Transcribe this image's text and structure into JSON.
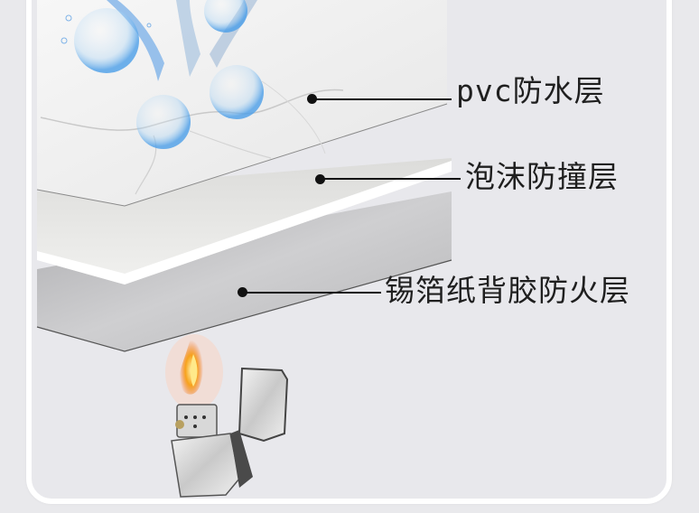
{
  "diagram": {
    "title": "",
    "layers": [
      {
        "id": "pvc",
        "label": "pvc防水层",
        "material": "marble-texture PVC surface",
        "color": "#f2f2f2"
      },
      {
        "id": "foam",
        "label": "泡沫防撞层",
        "material": "white foam core",
        "color": "#ececea"
      },
      {
        "id": "foil",
        "label": "锡箔纸背胶防火层",
        "material": "aluminum foil adhesive backing",
        "color": "#bdbdbf"
      }
    ],
    "decorations": {
      "top": [
        "water-droplet-icon",
        "water-splash-icon"
      ],
      "bottom": [
        "lighter-icon",
        "flame-icon"
      ]
    },
    "colors": {
      "background": "#e9e9ec",
      "frame": "#ffffff",
      "text": "#1f1f1f",
      "leader_line": "#111111",
      "water_accent": "#5aa6e6",
      "flame": "#f59a1d"
    }
  }
}
